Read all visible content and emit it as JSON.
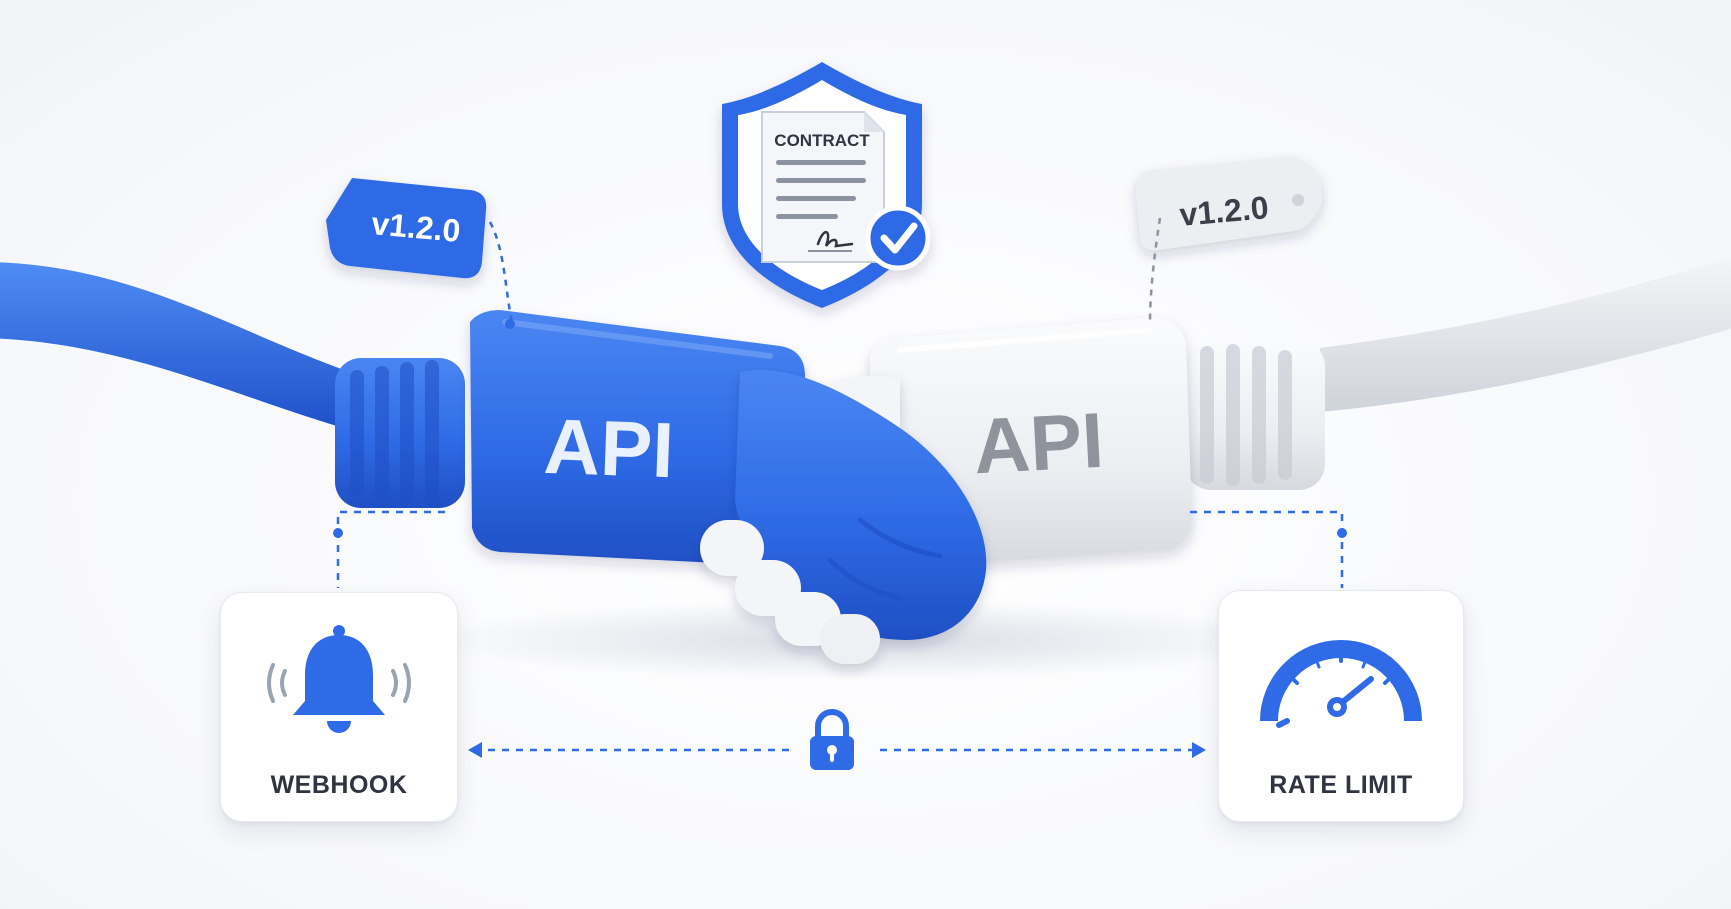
{
  "contract_badge": {
    "doc_label": "CONTRACT",
    "icon": "shield-check-icon"
  },
  "left_connector": {
    "label": "API",
    "tag": "v1.2.0",
    "color": "#2f6be6"
  },
  "right_connector": {
    "label": "API",
    "tag": "v1.2.0",
    "color": "#e9ebef"
  },
  "webhook_card": {
    "label": "WEBHOOK",
    "icon": "bell-icon"
  },
  "rate_limit_card": {
    "label": "RATE LIMIT",
    "icon": "gauge-icon"
  },
  "center_link": {
    "icon": "lock-icon"
  },
  "colors": {
    "accent": "#2f6be6",
    "accent_dark": "#1f4fc4",
    "neutral": "#e9ebef",
    "text": "#2f3440"
  }
}
